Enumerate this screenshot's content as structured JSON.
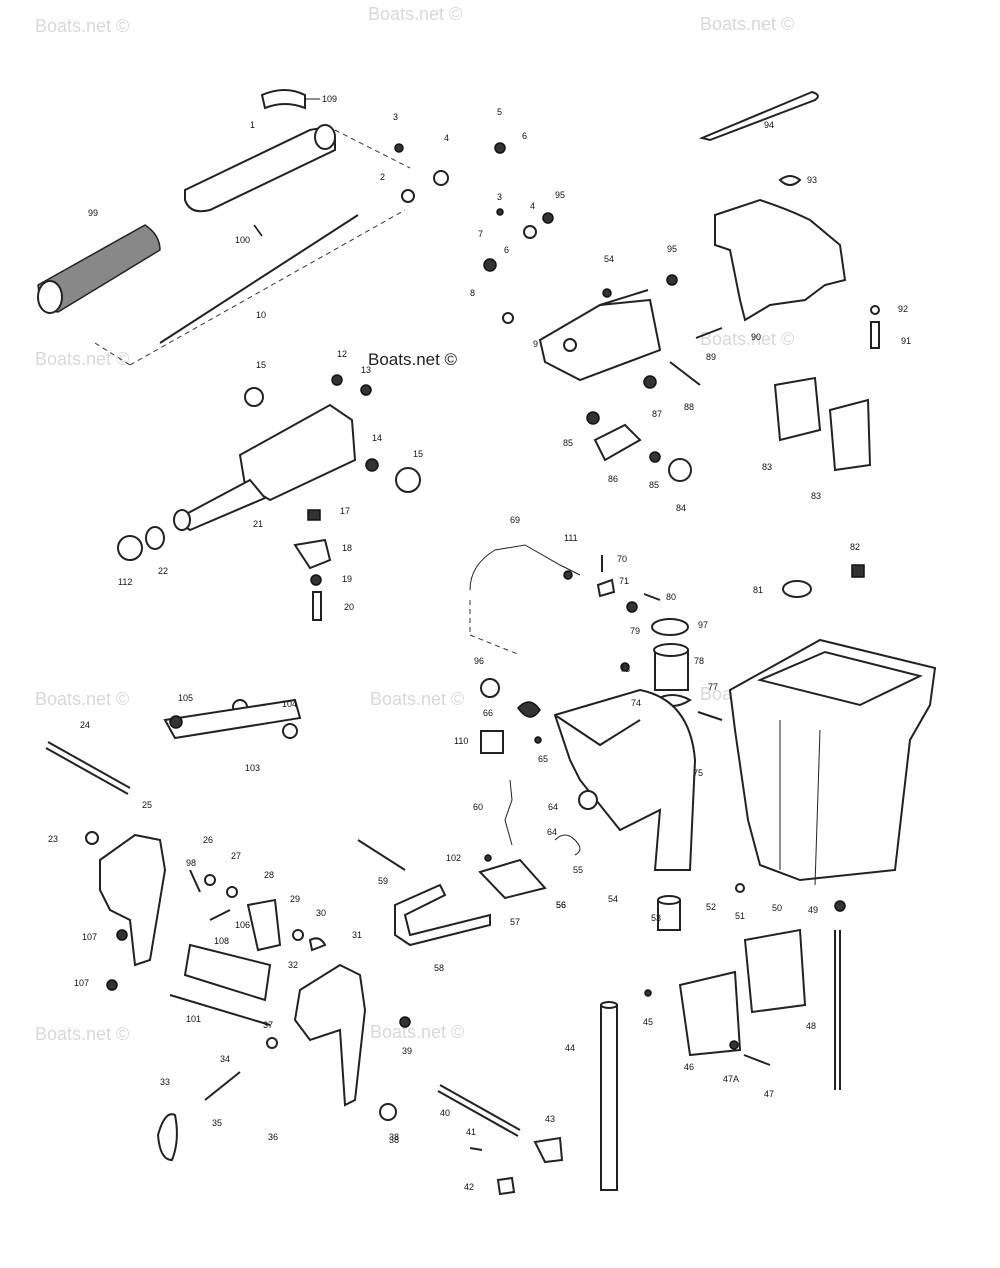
{
  "watermarks": {
    "main": "Boats.net ©",
    "faint": [
      "Boats.net ©",
      "Boats.net ©",
      "Boats.net ©",
      "Boats.net ©",
      "Boats.net ©",
      "Boats.net ©",
      "Boats.net ©",
      "Boats.net ©",
      "Boats.net ©",
      "Boats.net ©"
    ]
  },
  "labels": [
    "109",
    "1",
    "3",
    "5",
    "6",
    "4",
    "2",
    "99",
    "100",
    "10",
    "94",
    "93",
    "95",
    "3",
    "4",
    "7",
    "54",
    "95",
    "6",
    "8",
    "9",
    "92",
    "89",
    "90",
    "91",
    "15",
    "12",
    "13",
    "14",
    "15",
    "21",
    "17",
    "87",
    "88",
    "85",
    "86",
    "85",
    "84",
    "83",
    "83",
    "112",
    "22",
    "18",
    "19",
    "20",
    "69",
    "111",
    "70",
    "71",
    "80",
    "79",
    "97",
    "82",
    "81",
    "96",
    "78",
    "73",
    "66",
    "74",
    "77",
    "110",
    "65",
    "64",
    "105",
    "104",
    "103",
    "24",
    "25",
    "23",
    "26",
    "98",
    "27",
    "28",
    "29",
    "30",
    "31",
    "32",
    "106",
    "108",
    "107",
    "107",
    "101",
    "37",
    "38",
    "39",
    "34",
    "33",
    "35",
    "36",
    "59",
    "60",
    "102",
    "55",
    "56",
    "58",
    "75",
    "64",
    "54",
    "53",
    "52",
    "51",
    "50",
    "49",
    "48",
    "47A",
    "47",
    "46",
    "45",
    "44",
    "43",
    "40",
    "41",
    "42",
    "38",
    "56",
    "57"
  ]
}
